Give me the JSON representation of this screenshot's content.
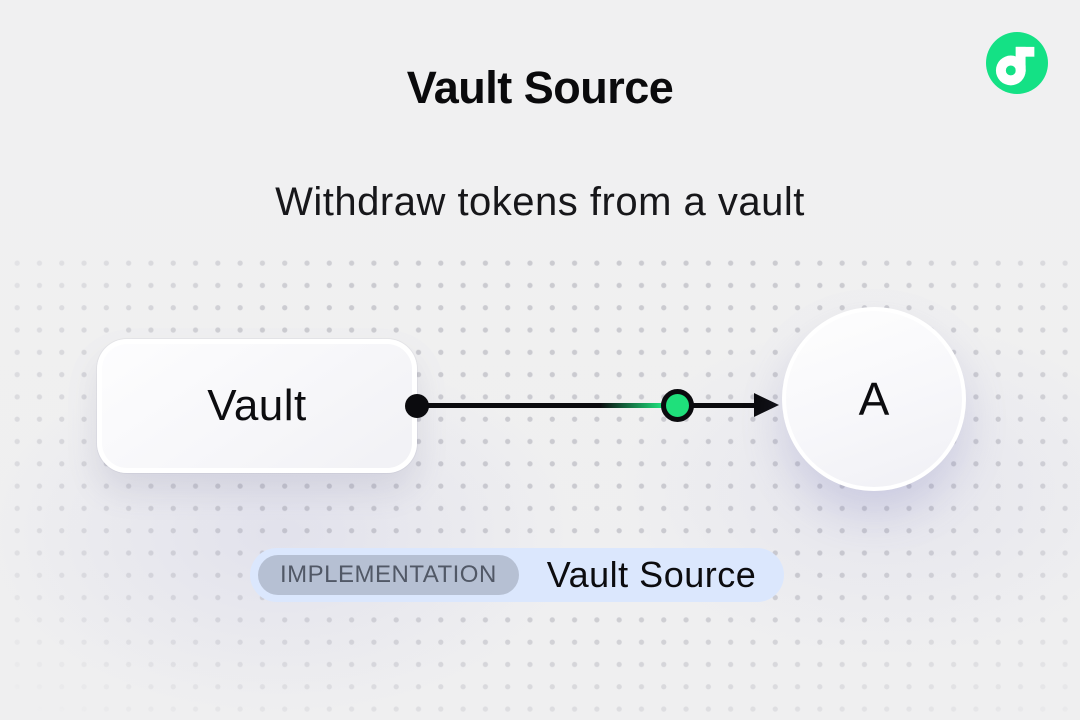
{
  "page": {
    "background_color": "#F0F0F1",
    "dot_grid_color": "#9494A0"
  },
  "header": {
    "title": "Vault Source",
    "subtitle": "Withdraw tokens from a vault"
  },
  "logo": {
    "name": "flow-logo",
    "circle_color": "#14E185",
    "glyph_color": "#FFFFFF"
  },
  "diagram": {
    "source_node": {
      "label": "Vault"
    },
    "target_node": {
      "label": "A"
    },
    "connector": {
      "line_color": "#0B0B0E",
      "dot_color": "#1FE07B",
      "direction": "right"
    }
  },
  "badge": {
    "tag_label": "IMPLEMENTATION",
    "label": "Vault Source",
    "background_color": "#DBE7FD",
    "tag_background_color": "#B6C0D3",
    "tag_text_color": "#515866"
  }
}
